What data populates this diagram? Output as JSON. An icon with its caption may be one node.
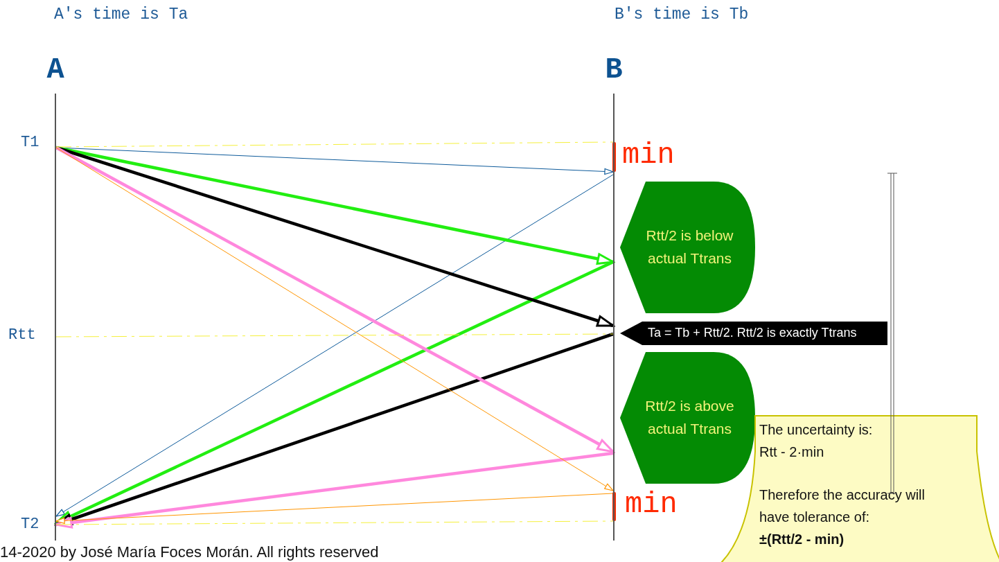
{
  "diagram": {
    "nodes": [
      {
        "text": [
          "A"
        ]
      },
      {
        "text": [
          "B"
        ]
      },
      {
        "text": [
          "Rtt/2 is below actual Ttrans"
        ]
      },
      {
        "text": [
          "Ta = Tb + Rtt/2. Rtt/2 is exactly Ttrans"
        ]
      },
      {
        "text": [
          "Rtt/2 is above actual Ttrans"
        ]
      },
      {
        "text": [
          "The uncertainty is:",
          "Rtt - 2·min",
          "Therefore the accuracy will have tolerance of:",
          "±(Rtt/2 - min)"
        ]
      }
    ],
    "edges": [
      {
        "from": 0,
        "to": 1,
        "arrow": "to",
        "color": "#0d5a9a"
      },
      {
        "from": 1,
        "to": 0,
        "arrow": "to",
        "color": "#0d5a9a"
      },
      {
        "from": 0,
        "to": 1,
        "arrow": "to",
        "style": "thick",
        "color": "#22ee11"
      },
      {
        "from": 1,
        "to": 0,
        "arrow": "to",
        "style": "thick",
        "color": "#22ee11"
      },
      {
        "from": 0,
        "to": 1,
        "arrow": "to",
        "style": "thick",
        "color": "#000000"
      },
      {
        "from": 1,
        "to": 0,
        "arrow": "to",
        "style": "thick",
        "color": "#000000"
      },
      {
        "from": 0,
        "to": 1,
        "arrow": "to",
        "style": "thick",
        "color": "#ff88dd"
      },
      {
        "from": 1,
        "to": 0,
        "arrow": "to",
        "style": "thick",
        "color": "#ff88dd"
      },
      {
        "from": 0,
        "to": 1,
        "arrow": "to",
        "color": "#ff9500"
      },
      {
        "from": 1,
        "to": 0,
        "arrow": "to",
        "color": "#ff9500"
      },
      {
        "from": 0,
        "to": 1,
        "arrow": "none",
        "style": "dashed",
        "color": "#f5f03a"
      },
      {
        "from": 0,
        "to": 1,
        "arrow": "none",
        "style": "dashed",
        "color": "#f5f03a"
      },
      {
        "from": 0,
        "to": 1,
        "arrow": "none",
        "style": "dashed",
        "color": "#f5f03a"
      }
    ],
    "labels": [
      "A's time is Ta",
      "B's time is Tb",
      "T1",
      "min",
      "Rtt",
      "min",
      "T2",
      "14-2020 by José María Foces Morán. All rights reserved"
    ]
  }
}
